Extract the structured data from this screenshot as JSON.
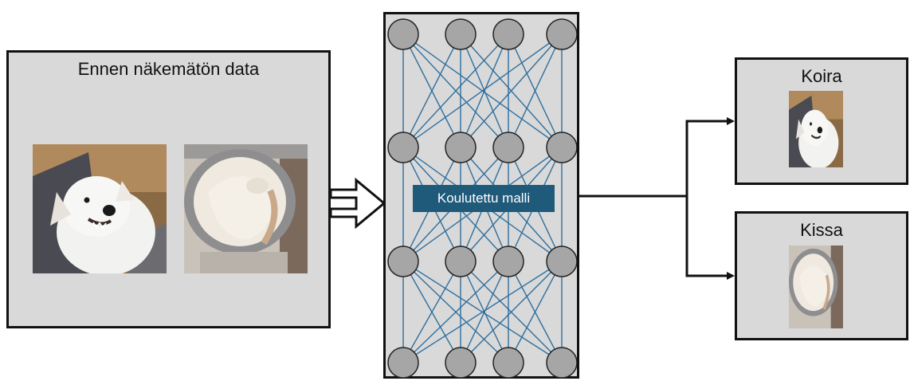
{
  "input": {
    "title": "Ennen näkemätön data"
  },
  "model": {
    "label": "Koulutettu malli"
  },
  "outputs": [
    {
      "label": "Koira"
    },
    {
      "label": "Kissa"
    }
  ],
  "images": [
    {
      "depicts": "dog"
    },
    {
      "depicts": "cat"
    }
  ],
  "colors": {
    "panel_bg": "#d9d9d9",
    "node_fill": "#a6a6a6",
    "edge": "#2e6f9e",
    "label_bg": "#1f5a7a"
  }
}
